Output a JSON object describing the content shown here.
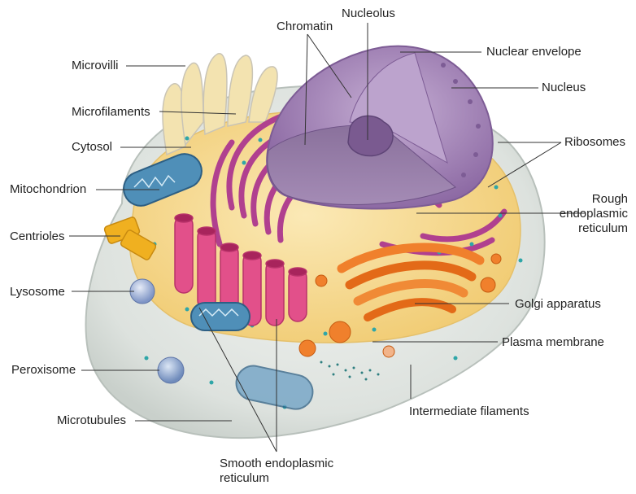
{
  "labels": {
    "nucleolus": "Nucleolus",
    "chromatin": "Chromatin",
    "nuclear_envelope": "Nuclear envelope",
    "nucleus": "Nucleus",
    "microvilli": "Microvilli",
    "microfilaments": "Microfilaments",
    "cytosol": "Cytosol",
    "ribosomes": "Ribosomes",
    "mitochondrion": "Mitochondrion",
    "rough_er": "Rough\nendoplasmic\nreticulum",
    "centrioles": "Centrioles",
    "lysosome": "Lysosome",
    "golgi": "Golgi apparatus",
    "plasma_membrane": "Plasma membrane",
    "peroxisome": "Peroxisome",
    "intermediate_filaments": "Intermediate filaments",
    "microtubules": "Microtubules",
    "smooth_er": "Smooth endoplasmic\nreticulum"
  },
  "colors": {
    "membrane": "#dfe4e0",
    "cytosol": "#f6d98f",
    "nucleus": "#9e7eb3",
    "rough_er": "#b0408f",
    "smooth_er": "#e2508a",
    "golgi": "#f0802c",
    "mitochondrion": "#4f8fb8",
    "centrioles": "#f0b020",
    "ribosome": "#2fa6a8"
  }
}
